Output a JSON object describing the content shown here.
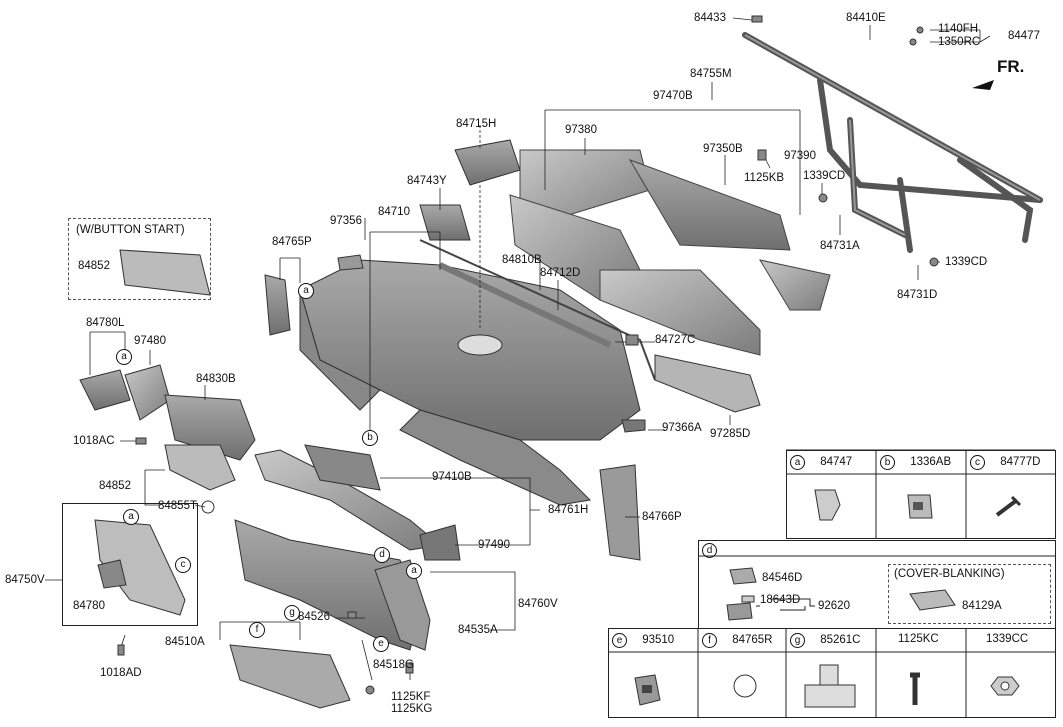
{
  "front_label": "FR.",
  "parts": [
    {
      "id": "84433",
      "text": "84433"
    },
    {
      "id": "84410E",
      "text": "84410E"
    },
    {
      "id": "1140FH",
      "text": "1140FH"
    },
    {
      "id": "1350RC",
      "text": "1350RC"
    },
    {
      "id": "84477",
      "text": "84477"
    },
    {
      "id": "84755M",
      "text": "84755M"
    },
    {
      "id": "97470B",
      "text": "97470B"
    },
    {
      "id": "97380",
      "text": "97380"
    },
    {
      "id": "97350B",
      "text": "97350B"
    },
    {
      "id": "97390",
      "text": "97390"
    },
    {
      "id": "1125KB",
      "text": "1125KB"
    },
    {
      "id": "1339CD_a",
      "text": "1339CD"
    },
    {
      "id": "84731A",
      "text": "84731A"
    },
    {
      "id": "1339CD_b",
      "text": "1339CD"
    },
    {
      "id": "84731D",
      "text": "84731D"
    },
    {
      "id": "84715H",
      "text": "84715H"
    },
    {
      "id": "84743Y",
      "text": "84743Y"
    },
    {
      "id": "97356",
      "text": "97356"
    },
    {
      "id": "84710",
      "text": "84710"
    },
    {
      "id": "84810B",
      "text": "84810B"
    },
    {
      "id": "84712D",
      "text": "84712D"
    },
    {
      "id": "84765P",
      "text": "84765P"
    },
    {
      "id": "w_button_start",
      "text": "(W/BUTTON START)"
    },
    {
      "id": "84852_a",
      "text": "84852"
    },
    {
      "id": "84727C",
      "text": "84727C"
    },
    {
      "id": "97285D",
      "text": "97285D"
    },
    {
      "id": "97366A",
      "text": "97366A"
    },
    {
      "id": "84780L",
      "text": "84780L"
    },
    {
      "id": "97480",
      "text": "97480"
    },
    {
      "id": "84830B",
      "text": "84830B"
    },
    {
      "id": "1018AC",
      "text": "1018AC"
    },
    {
      "id": "84852_b",
      "text": "84852"
    },
    {
      "id": "84855T",
      "text": "84855T"
    },
    {
      "id": "97410B",
      "text": "97410B"
    },
    {
      "id": "84761H",
      "text": "84761H"
    },
    {
      "id": "84766P",
      "text": "84766P"
    },
    {
      "id": "97490",
      "text": "97490"
    },
    {
      "id": "84750V",
      "text": "84750V"
    },
    {
      "id": "84780",
      "text": "84780"
    },
    {
      "id": "1018AD",
      "text": "1018AD"
    },
    {
      "id": "84760V",
      "text": "84760V"
    },
    {
      "id": "84526",
      "text": "84526"
    },
    {
      "id": "84535A",
      "text": "84535A"
    },
    {
      "id": "84510A",
      "text": "84510A"
    },
    {
      "id": "84518G",
      "text": "84518G"
    },
    {
      "id": "1125KF",
      "text": "1125KF"
    },
    {
      "id": "1125KG",
      "text": "1125KG"
    }
  ],
  "callouts": [
    "a",
    "b",
    "c",
    "d",
    "e",
    "f",
    "g"
  ],
  "legend": {
    "row1": [
      {
        "letter": "a",
        "part": "84747"
      },
      {
        "letter": "b",
        "part": "1336AB"
      },
      {
        "letter": "c",
        "part": "84777D"
      }
    ],
    "d_box": {
      "letter": "d",
      "items": [
        "84546D",
        "18643D",
        "92620"
      ],
      "cover_title": "(COVER-BLANKING)",
      "cover_part": "84129A"
    },
    "row3": [
      {
        "letter": "e",
        "part": "93510"
      },
      {
        "letter": "f",
        "part": "84765R"
      },
      {
        "letter": "g",
        "part": "85261C"
      },
      {
        "letter": "",
        "part": "1125KC"
      },
      {
        "letter": "",
        "part": "1339CC"
      }
    ]
  }
}
